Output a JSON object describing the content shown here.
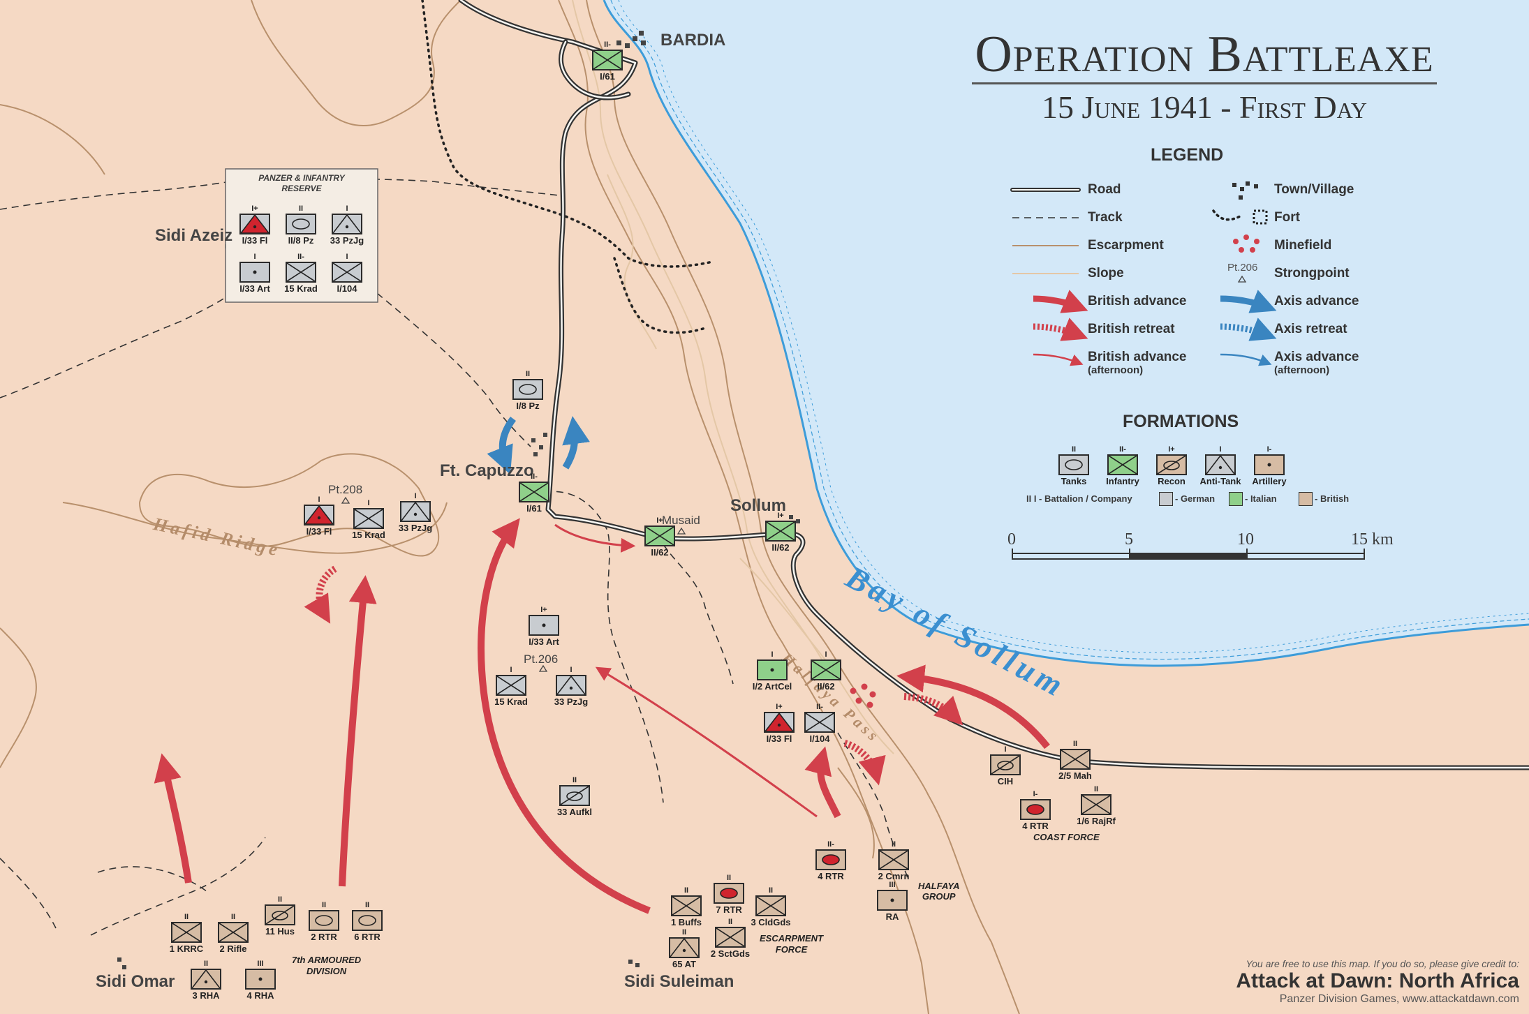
{
  "title": {
    "line1": "Operation Battleaxe",
    "line2": "15 June 1941 - First Day"
  },
  "places": {
    "bardia": "BARDIA",
    "sidi_azeiz": "Sidi Azeiz",
    "ft_capuzzo": "Ft. Capuzzo",
    "musaid": "Musaid",
    "sollum": "Sollum",
    "sidi_omar": "Sidi Omar",
    "sidi_suleiman": "Sidi Suleiman",
    "pt208": "Pt.208",
    "pt206": "Pt.206",
    "hafid_ridge": "Hafid Ridge",
    "halfaya_pass": "Halfaya Pass",
    "bay_of_sollum": "Bay of Sollum"
  },
  "reserve_box": {
    "title_line1": "PANZER & INFANTRY",
    "title_line2": "RESERVE"
  },
  "legend": {
    "heading": "LEGEND",
    "items": {
      "road": "Road",
      "track": "Track",
      "escarpment": "Escarpment",
      "slope": "Slope",
      "british_advance": "British advance",
      "british_retreat": "British retreat",
      "british_advance_pm": "British advance",
      "afternoon": "(afternoon)",
      "town": "Town/Village",
      "fort": "Fort",
      "minefield": "Minefield",
      "strongpoint_code": "Pt.206",
      "strongpoint": "Strongpoint",
      "axis_advance": "Axis advance",
      "axis_retreat": "Axis retreat",
      "axis_advance_pm": "Axis advance",
      "afternoon2": "(afternoon)"
    }
  },
  "formations": {
    "heading": "FORMATIONS",
    "types": [
      "Tanks",
      "Infantry",
      "Recon",
      "Anti-Tank",
      "Artillery"
    ],
    "type_echelons": [
      "II",
      "II-",
      "I+",
      "I",
      "I-"
    ],
    "note": "II I - Battalion / Company",
    "german": "- German",
    "italian": "- Italian",
    "british": "- British"
  },
  "scale": {
    "ticks": [
      "0",
      "5",
      "10",
      "15 km"
    ]
  },
  "groups": {
    "coast_force": "COAST FORCE",
    "halfaya_group_1": "HALFAYA",
    "halfaya_group_2": "GROUP",
    "escarpment_1": "ESCARPMENT",
    "escarpment_2": "FORCE",
    "armoured_1": "7th ARMOURED",
    "armoured_2": "DIVISION"
  },
  "units": [
    {
      "id": "bardia-i61",
      "ech": "II-",
      "name": "I/61",
      "side": "italian",
      "type": "infantry"
    },
    {
      "id": "res-i33fl",
      "ech": "I+",
      "name": "I/33 Fl",
      "side": "german",
      "type": "antitank-red"
    },
    {
      "id": "res-ii8pz",
      "ech": "II",
      "name": "II/8 Pz",
      "side": "german",
      "type": "tanks"
    },
    {
      "id": "res-33pzjg",
      "ech": "I",
      "name": "33 PzJg",
      "side": "german",
      "type": "antitank"
    },
    {
      "id": "res-i33art",
      "ech": "I",
      "name": "I/33 Art",
      "side": "german",
      "type": "artillery"
    },
    {
      "id": "res-15krad",
      "ech": "II-",
      "name": "15 Krad",
      "side": "german",
      "type": "infantry"
    },
    {
      "id": "res-i104",
      "ech": "I",
      "name": "I/104",
      "side": "german",
      "type": "infantry"
    },
    {
      "id": "cap-i8pz",
      "ech": "II",
      "name": "I/8 Pz",
      "side": "german",
      "type": "tanks"
    },
    {
      "id": "cap-i61",
      "ech": "II-",
      "name": "I/61",
      "side": "italian",
      "type": "infantry"
    },
    {
      "id": "h-i33fl",
      "ech": "I",
      "name": "I/33 Fl",
      "side": "german",
      "type": "antitank-red"
    },
    {
      "id": "h-15krad",
      "ech": "I",
      "name": "15 Krad",
      "side": "german",
      "type": "infantry"
    },
    {
      "id": "h-33pzjg",
      "ech": "I",
      "name": "33 PzJg",
      "side": "german",
      "type": "antitank"
    },
    {
      "id": "mus-ii62",
      "ech": "I+",
      "name": "II/62",
      "side": "italian",
      "type": "infantry"
    },
    {
      "id": "sol-ii62",
      "ech": "I+",
      "name": "II/62",
      "side": "italian",
      "type": "infantry"
    },
    {
      "id": "p-i33art",
      "ech": "I+",
      "name": "I/33 Art",
      "side": "german",
      "type": "artillery"
    },
    {
      "id": "p-15krad",
      "ech": "I",
      "name": "15 Krad",
      "side": "german",
      "type": "infantry"
    },
    {
      "id": "p-33pzjg",
      "ech": "I",
      "name": "33 PzJg",
      "side": "german",
      "type": "antitank"
    },
    {
      "id": "i2artcel",
      "ech": "I",
      "name": "I/2 ArtCel",
      "side": "italian",
      "type": "artillery"
    },
    {
      "id": "hp-ii62",
      "ech": "I",
      "name": "II/62",
      "side": "italian",
      "type": "infantry"
    },
    {
      "id": "hp-i33fl",
      "ech": "I+",
      "name": "I/33 Fl",
      "side": "german",
      "type": "antitank-red"
    },
    {
      "id": "hp-i104",
      "ech": "II-",
      "name": "I/104",
      "side": "german",
      "type": "infantry"
    },
    {
      "id": "33aufkl",
      "ech": "II",
      "name": "33 Aufkl",
      "side": "german",
      "type": "recon"
    },
    {
      "id": "cih",
      "ech": "I",
      "name": "CIH",
      "side": "british",
      "type": "recon"
    },
    {
      "id": "25mah",
      "ech": "II",
      "name": "2/5 Mah",
      "side": "british",
      "type": "infantry"
    },
    {
      "id": "4rtr-c",
      "ech": "I-",
      "name": "4 RTR",
      "side": "british",
      "type": "tanks-red"
    },
    {
      "id": "16rajrf",
      "ech": "II",
      "name": "1/6 RajRf",
      "side": "british",
      "type": "infantry"
    },
    {
      "id": "4rtr-h",
      "ech": "II-",
      "name": "4 RTR",
      "side": "british",
      "type": "tanks-red"
    },
    {
      "id": "2cmrn",
      "ech": "II",
      "name": "2 Cmrn",
      "side": "british",
      "type": "infantry"
    },
    {
      "id": "ra",
      "ech": "III",
      "name": "RA",
      "side": "british",
      "type": "artillery"
    },
    {
      "id": "1buffs",
      "ech": "II",
      "name": "1 Buffs",
      "side": "british",
      "type": "infantry"
    },
    {
      "id": "7rtr",
      "ech": "II",
      "name": "7 RTR",
      "side": "british",
      "type": "tanks-red"
    },
    {
      "id": "3cldgds",
      "ech": "II",
      "name": "3 CldGds",
      "side": "british",
      "type": "infantry"
    },
    {
      "id": "65at",
      "ech": "II",
      "name": "65 AT",
      "side": "british",
      "type": "antitank"
    },
    {
      "id": "2sctgds",
      "ech": "II",
      "name": "2 SctGds",
      "side": "british",
      "type": "infantry"
    },
    {
      "id": "1krrc",
      "ech": "II",
      "name": "1 KRRC",
      "side": "british",
      "type": "infantry"
    },
    {
      "id": "2rifle",
      "ech": "II",
      "name": "2 Rifle",
      "side": "british",
      "type": "infantry"
    },
    {
      "id": "11hus",
      "ech": "II",
      "name": "11 Hus",
      "side": "british",
      "type": "recon"
    },
    {
      "id": "2rtr",
      "ech": "II",
      "name": "2 RTR",
      "side": "british",
      "type": "tanks"
    },
    {
      "id": "6rtr",
      "ech": "II",
      "name": "6 RTR",
      "side": "british",
      "type": "tanks"
    },
    {
      "id": "3rha",
      "ech": "II",
      "name": "3 RHA",
      "side": "british",
      "type": "antitank"
    },
    {
      "id": "4rha",
      "ech": "III",
      "name": "4 RHA",
      "side": "british",
      "type": "artillery"
    }
  ],
  "credit": {
    "line1": "You are free to use this map. If you do so, please give credit to:",
    "line2": "Attack at Dawn: North Africa",
    "line3": "Panzer Division Games, www.attackatdawn.com"
  },
  "colors": {
    "desert": "#f5d9c4",
    "sea": "#d3e8f8",
    "coast": "#3d9cd9",
    "german": "#c8ccd0",
    "italian": "#8fd08a",
    "british": "#d6bca4",
    "red_arrow": "#d2404b",
    "blue_arrow": "#3a85c0"
  }
}
